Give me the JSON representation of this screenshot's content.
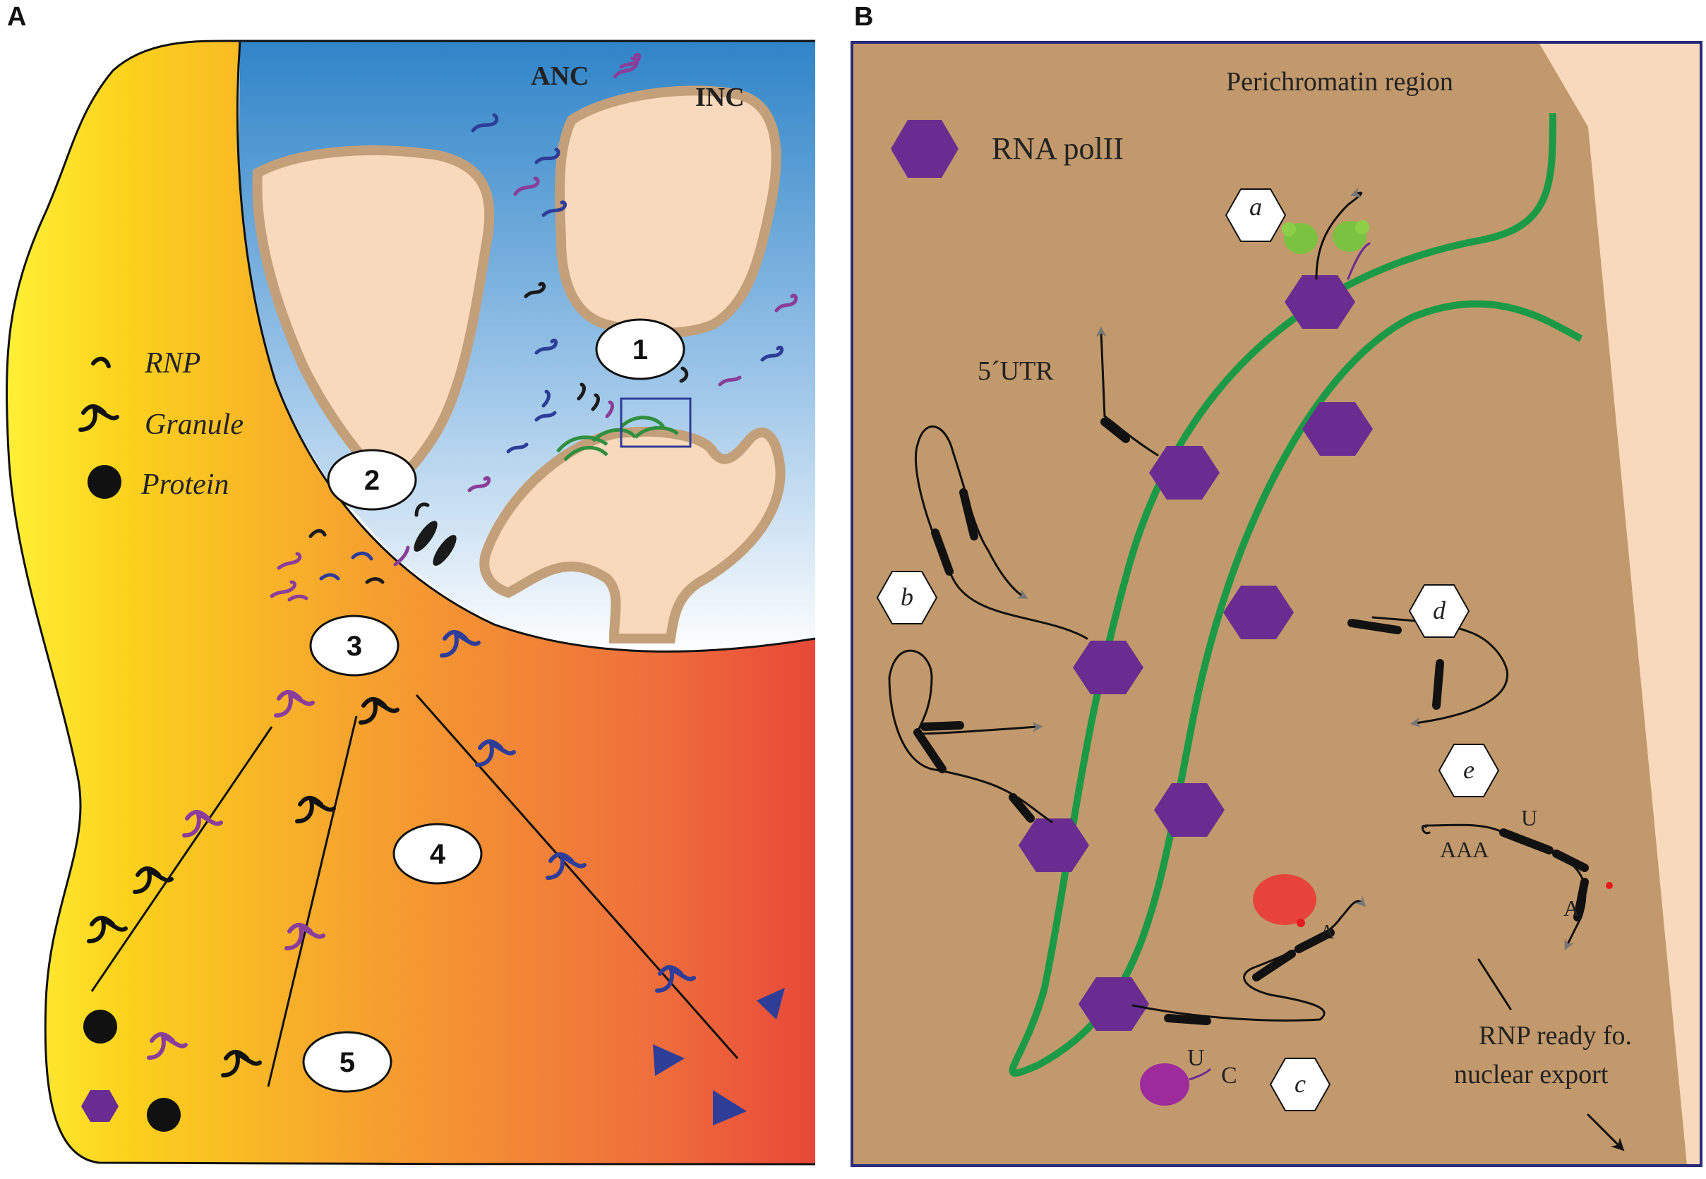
{
  "panel_a": {
    "letter": "A",
    "anc_label": "ANC",
    "inc_label": "INC",
    "step_numbers": [
      "1",
      "2",
      "3",
      "4",
      "5"
    ],
    "legend": {
      "rnp": "RNP",
      "granule": "Granule",
      "protein": "Protein"
    }
  },
  "panel_b": {
    "letter": "B",
    "region_label": "Perichromatin region",
    "legend_rna_pol": "RNA polII",
    "utr_label": "5´UTR",
    "step_letters": [
      "a",
      "b",
      "c",
      "d",
      "e"
    ],
    "polya_label": "AAA",
    "u_label_e": "U",
    "a_label_e": "A",
    "u_label_c": "U",
    "c_label_c": "C",
    "a_label_c": "A",
    "export_label_line1": "RNP ready fo.",
    "export_label_line2": "nuclear export"
  },
  "colors": {
    "cytoplasm_yellow": "#f9d21c",
    "cytoplasm_red": "#ea4a38",
    "nucleoplasm_blue": "#3f8fcf",
    "chromatin": "#f9d9bb",
    "chromatin_border": "#c3a07a",
    "perichromatin": "#c2996c",
    "dna_green": "#1a9a46",
    "polymerase": "#6a2c91",
    "rnp_purple": "#8a3d99",
    "rnp_blue": "#2e3d98",
    "panel_border": "#2a2a7a"
  }
}
